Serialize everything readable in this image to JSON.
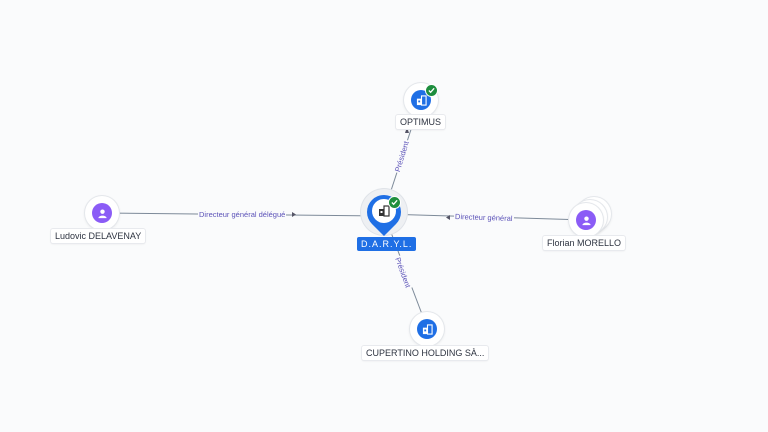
{
  "nodes": {
    "center": {
      "label": "D.A.R.Y.L.",
      "icon": "company-building-icon",
      "verified": true
    },
    "optimus": {
      "label": "OPTIMUS",
      "icon": "company-building-icon",
      "verified": true
    },
    "ludovic": {
      "label": "Ludovic DELAVENAY",
      "icon": "person-icon"
    },
    "florian": {
      "label": "Florian MORELLO",
      "icon": "person-icon"
    },
    "cupertino": {
      "label": "CUPERTINO HOLDING SÀ...",
      "icon": "company-building-icon"
    }
  },
  "edges": {
    "optimus": "Président",
    "ludovic": "Directeur général délégué",
    "florian": "Directeur général",
    "cupertino": "Président"
  },
  "colors": {
    "company": "#1f6fe5",
    "person": "#8b5cf6",
    "verified": "#1e8e3e",
    "edge_label": "#5b52b8"
  }
}
